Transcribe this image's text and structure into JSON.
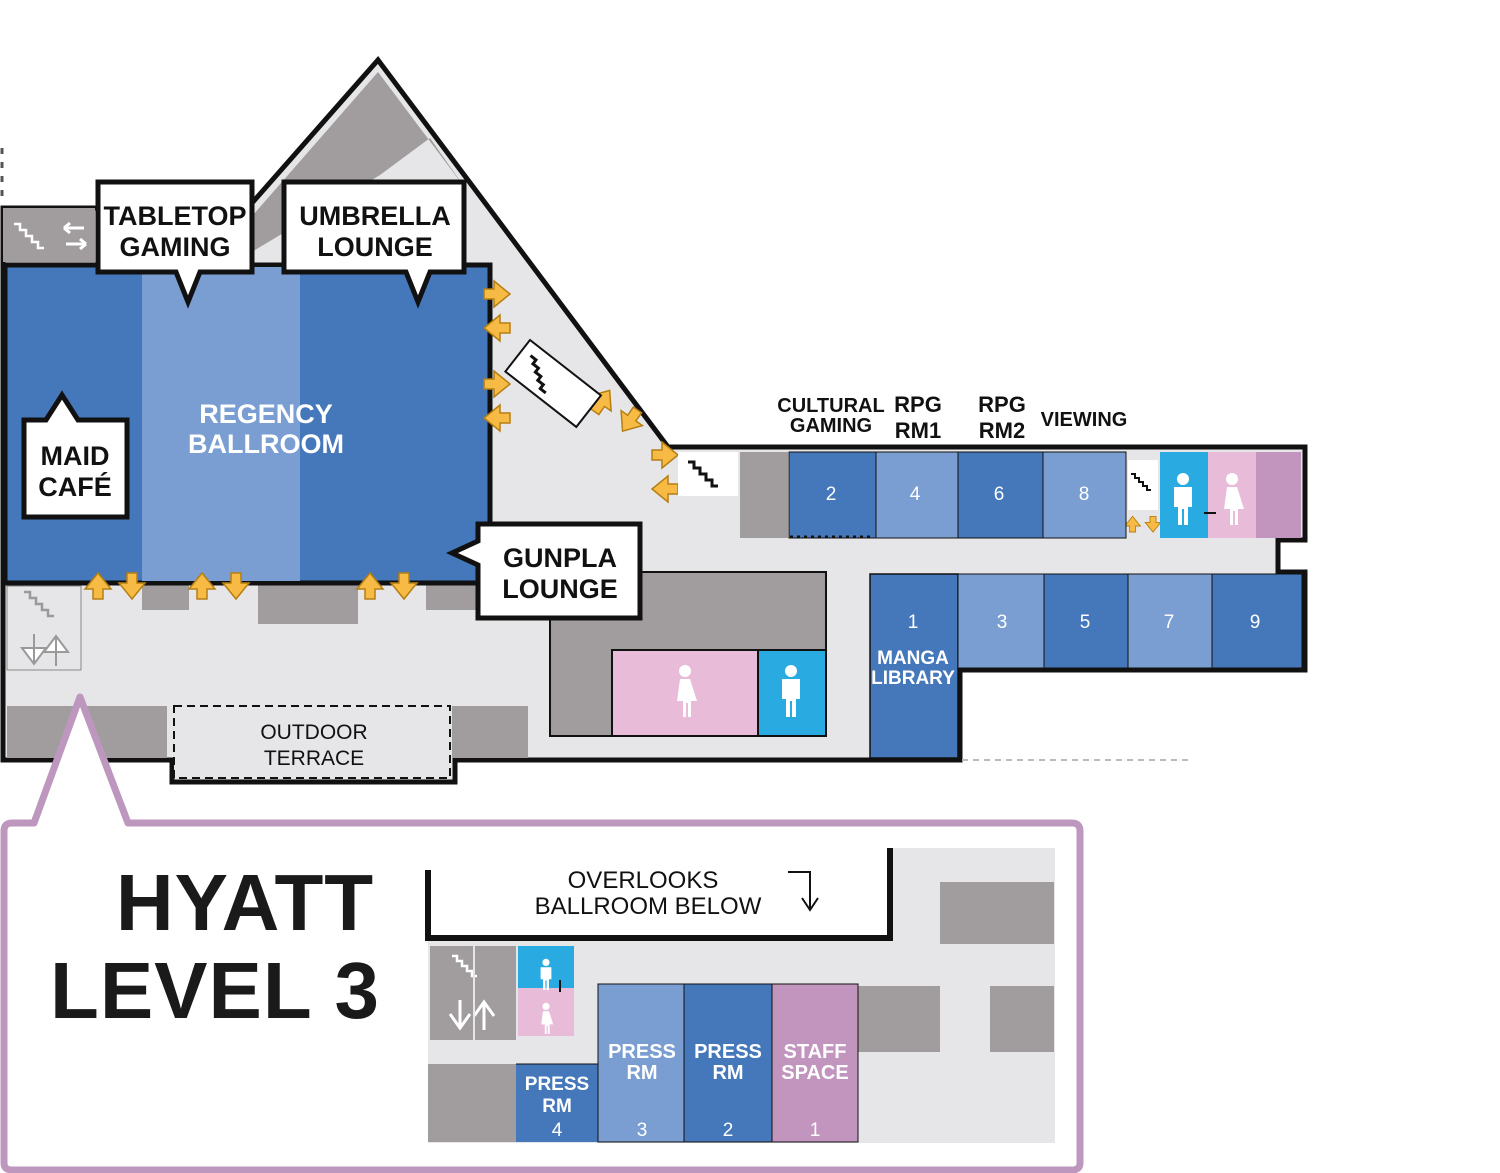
{
  "colors": {
    "floor": "#e6e6e8",
    "wall_gray": "#a19c9e",
    "room_blue": "#4577bb",
    "room_light_blue": "#7b9ed2",
    "womens_pink": "#e8bcd9",
    "mens_cyan": "#29abe2",
    "staff_mauve": "#c195bd",
    "callout_purple": "#bd97bd",
    "exit_arrow": "#f7bb45"
  },
  "icons": [
    "stairs-icon",
    "escalator-icon",
    "exit-arrows-icon",
    "mens-restroom-icon",
    "womens-restroom-icon"
  ],
  "main_level": {
    "ballroom": {
      "line1": "REGENCY",
      "line2": "BALLROOM"
    },
    "callouts": {
      "tabletop": {
        "line1": "TABLETOP",
        "line2": "GAMING"
      },
      "umbrella": {
        "line1": "UMBRELLA",
        "line2": "LOUNGE"
      },
      "maid": {
        "line1": "MAID",
        "line2": "CAFÉ"
      },
      "gunpla": {
        "line1": "GUNPLA",
        "line2": "LOUNGE"
      }
    },
    "room_headers": {
      "cultural": {
        "line1": "CULTURAL",
        "line2": "GAMING"
      },
      "rpg1": {
        "line1": "RPG",
        "line2": "RM1"
      },
      "rpg2": {
        "line1": "RPG",
        "line2": "RM2"
      },
      "viewing": {
        "line1": "VIEWING"
      }
    },
    "rooms_top": [
      "2",
      "4",
      "6",
      "8"
    ],
    "rooms_bottom": [
      "1",
      "3",
      "5",
      "7",
      "9"
    ],
    "manga": {
      "line1": "MANGA",
      "line2": "LIBRARY"
    },
    "terrace": {
      "line1": "OUTDOOR",
      "line2": "TERRACE"
    }
  },
  "inset": {
    "title": {
      "line1": "HYATT",
      "line2": "LEVEL 3"
    },
    "overlook": {
      "line1": "OVERLOOKS",
      "line2": "BALLROOM BELOW"
    },
    "rooms": [
      {
        "line1": "PRESS",
        "line2": "RM",
        "number": "4"
      },
      {
        "line1": "PRESS",
        "line2": "RM",
        "number": "3"
      },
      {
        "line1": "PRESS",
        "line2": "RM",
        "number": "2"
      },
      {
        "line1": "STAFF",
        "line2": "SPACE",
        "number": "1"
      }
    ]
  }
}
